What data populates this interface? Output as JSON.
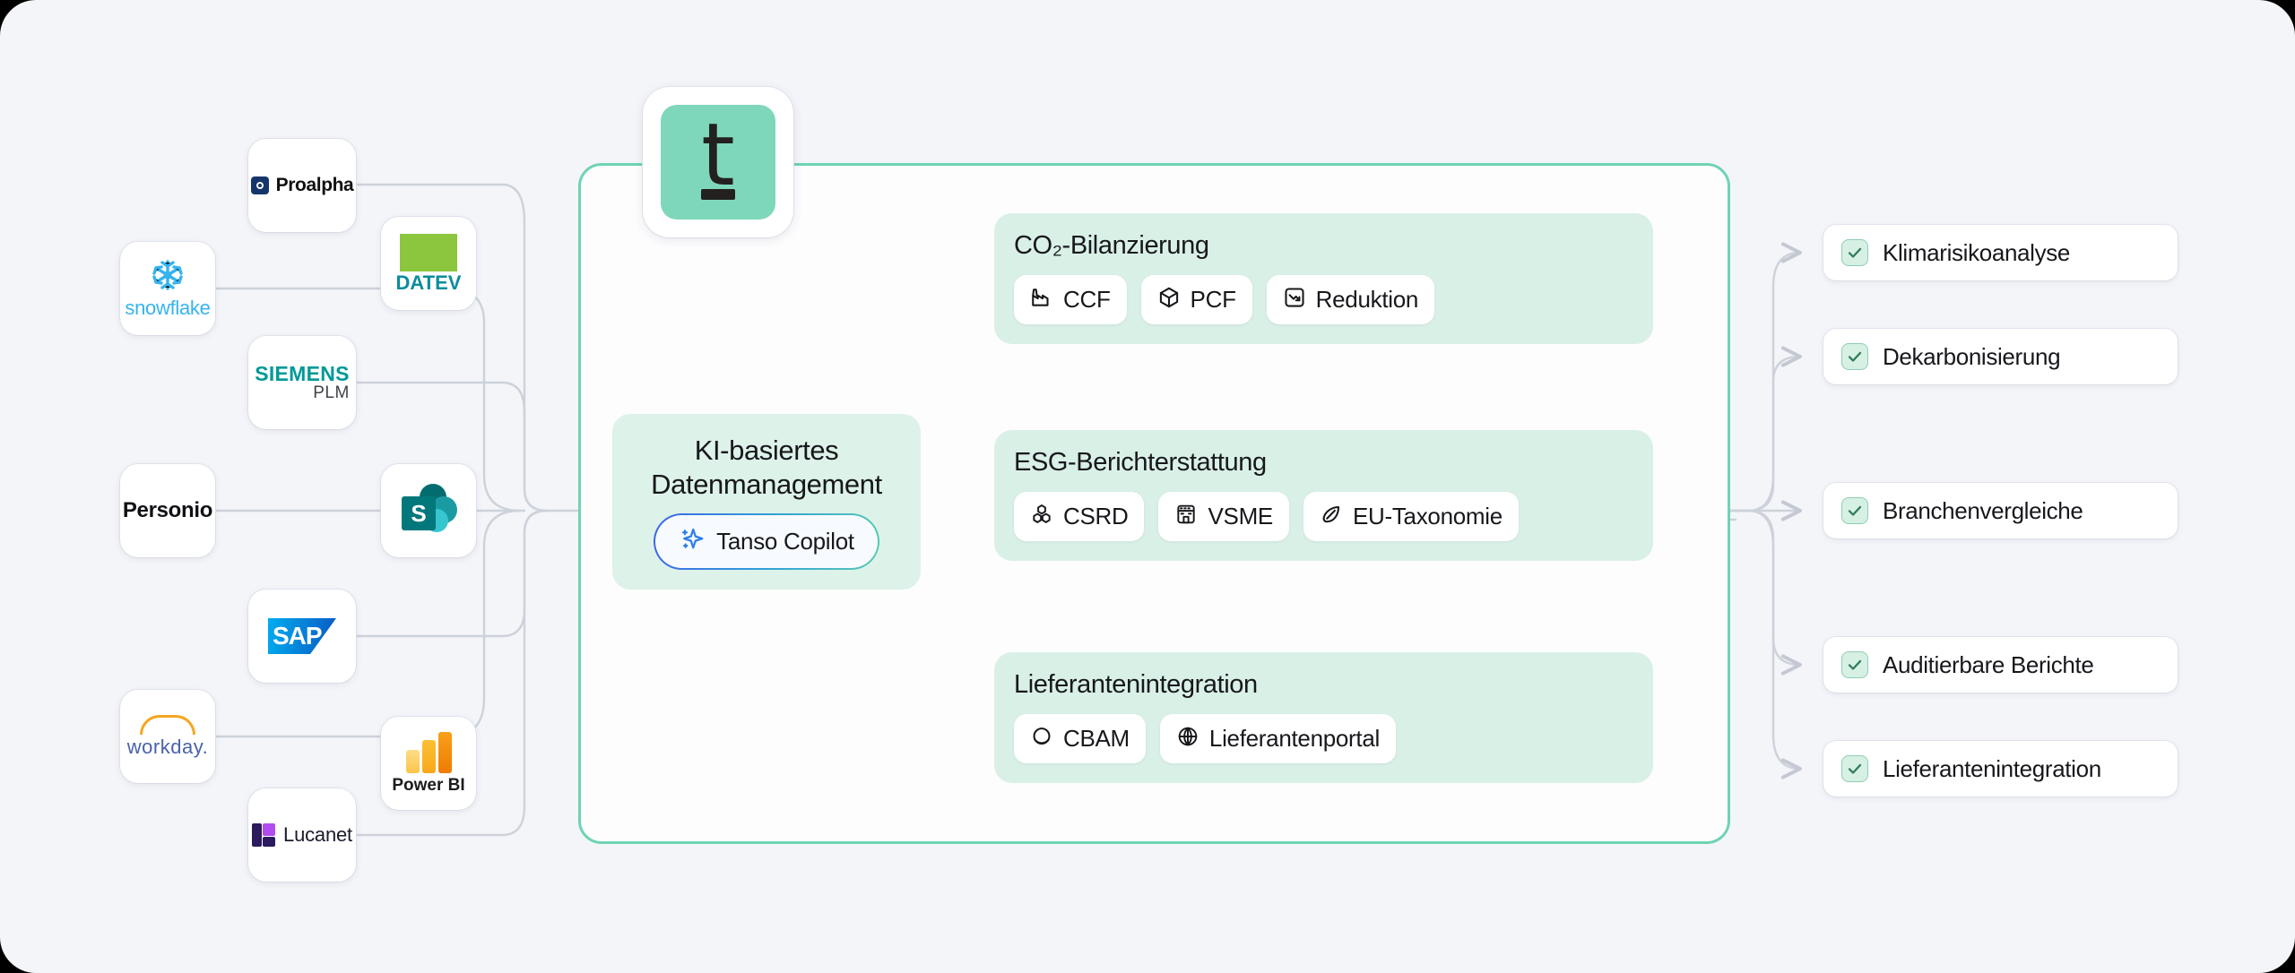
{
  "sources": [
    {
      "id": "proalpha",
      "name": "Proalpha",
      "icon": "proalpha-logo"
    },
    {
      "id": "datev",
      "name": "DATEV",
      "icon": "datev-logo"
    },
    {
      "id": "snowflake",
      "name": "snowflake",
      "icon": "snowflake-logo"
    },
    {
      "id": "siemens",
      "name": "SIEMENS",
      "name2": "PLM",
      "icon": "siemens-plm-logo"
    },
    {
      "id": "personio",
      "name": "Personio",
      "icon": "personio-logo"
    },
    {
      "id": "sharepoint",
      "name": "S",
      "icon": "sharepoint-logo"
    },
    {
      "id": "sap",
      "name": "SAP",
      "icon": "sap-logo"
    },
    {
      "id": "workday",
      "name": "workday.",
      "icon": "workday-logo"
    },
    {
      "id": "powerbi",
      "name": "Power BI",
      "icon": "power-bi-logo"
    },
    {
      "id": "lucanet",
      "name": "Lucanet",
      "icon": "lucanet-logo"
    }
  ],
  "brand": {
    "logo_glyph": "t",
    "logo_name": "tanso-logo",
    "accent_border": "#6fd3b4",
    "logo_tile_color": "#7fd7bb",
    "group_bg": "#d9f0e7",
    "ai_box_bg": "#ddf2e9",
    "canvas_bg": "#f4f5f9"
  },
  "ai": {
    "title": "KI-basiertes\nDatenmanagement",
    "title_line1": "KI-basiertes",
    "title_line2": "Datenmanagement",
    "copilot_label": "Tanso Copilot",
    "copilot_icon": "sparkles-icon"
  },
  "groups": [
    {
      "id": "co2",
      "heading": "CO₂-Bilanzierung",
      "chips": [
        {
          "label": "CCF",
          "icon": "factory-icon"
        },
        {
          "label": "PCF",
          "icon": "cube-icon"
        },
        {
          "label": "Reduktion",
          "icon": "trend-down-icon"
        }
      ]
    },
    {
      "id": "esg",
      "heading": "ESG-Berichterstattung",
      "chips": [
        {
          "label": "CSRD",
          "icon": "molecule-icon"
        },
        {
          "label": "VSME",
          "icon": "store-icon"
        },
        {
          "label": "EU-Taxonomie",
          "icon": "leaf-icon"
        }
      ]
    },
    {
      "id": "supplier",
      "heading": "Lieferantenintegration",
      "chips": [
        {
          "label": "CBAM",
          "icon": "coin-icon"
        },
        {
          "label": "Lieferantenportal",
          "icon": "globe-icon"
        }
      ]
    }
  ],
  "outcomes": [
    {
      "label": "Klimarisikoanalyse",
      "icon": "check-square-icon"
    },
    {
      "label": "Dekarbonisierung",
      "icon": "check-square-icon"
    },
    {
      "label": "Branchenvergleiche",
      "icon": "check-square-icon"
    },
    {
      "label": "Auditierbare Berichte",
      "icon": "check-square-icon"
    },
    {
      "label": "Lieferantenintegration",
      "icon": "check-square-icon"
    }
  ]
}
